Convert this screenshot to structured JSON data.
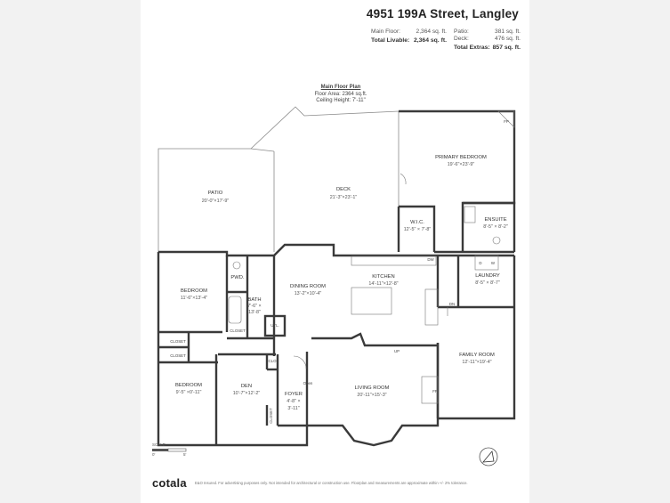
{
  "header": {
    "address": "4951 199A Street, Langley",
    "main_floor_label": "Main Floor:",
    "main_floor_value": "2,364 sq. ft.",
    "total_livable_label": "Total Livable:",
    "total_livable_value": "2,364 sq. ft.",
    "patio_label": "Patio:",
    "patio_value": "381 sq. ft.",
    "deck_label": "Deck:",
    "deck_value": "476 sq. ft.",
    "total_extras_label": "Total Extras:",
    "total_extras_value": "857 sq. ft."
  },
  "plan": {
    "title": "Main Floor Plan",
    "floor_area": "Floor Area: 2364 sq.ft.",
    "ceiling_height": "Ceiling Height: 7'-11\""
  },
  "rooms": {
    "patio": {
      "name": "PATIO",
      "dim": "20'-0\"×17'-9\""
    },
    "deck": {
      "name": "DECK",
      "dim": "21'-3\"×23'-1\""
    },
    "primary_bedroom": {
      "name": "PRIMARY BEDROOM",
      "dim": "19'-6\"×23'-9\""
    },
    "wic": {
      "name": "W.I.C.",
      "dim": "12'-5\" × 7'-8\""
    },
    "ensuite": {
      "name": "ENSUITE",
      "dim": "8'-5\" × 8'-2\""
    },
    "bedroom1": {
      "name": "BEDROOM",
      "dim": "11'-6\"×13'-4\""
    },
    "pwd": {
      "name": "PWD."
    },
    "bath": {
      "name": "BATH",
      "dim1": "7'-6\" ×",
      "dim2": "13'-8\""
    },
    "dining": {
      "name": "DINING ROOM",
      "dim": "13'-2\"×10'-4\""
    },
    "kitchen": {
      "name": "KITCHEN",
      "dim": "14'-11\"×12'-8\""
    },
    "laundry": {
      "name": "LAUNDRY",
      "dim": "8'-5\" × 8'-7\""
    },
    "family": {
      "name": "FAMILY ROOM",
      "dim": "12'-11\"×19'-4\""
    },
    "bedroom2": {
      "name": "BEDROOM",
      "dim": "9'-5\" ×0'-11\""
    },
    "den": {
      "name": "DEN",
      "dim": "10'-7\"×12'-2\""
    },
    "foyer": {
      "name": "FOYER",
      "dim1": "4'-8\" ×",
      "dim2": "3'-11\""
    },
    "living": {
      "name": "LIVING ROOM",
      "dim": "20'-11\"×15'-3\""
    }
  },
  "labels": {
    "closet1": "CLOSET",
    "closet2": "CLOSET",
    "closet_bath": "CLOSET",
    "closet_foyer": "CLOSET",
    "utl": "UTL.",
    "clo": "CLO",
    "fp_primary": "FP",
    "fp_living": "FP",
    "dw": "DW",
    "d": "D",
    "w": "W",
    "up": "UP",
    "dn": "DN",
    "open": "Open"
  },
  "scale": {
    "label": "SCALE",
    "zero": "0'",
    "five": "5'"
  },
  "footer": {
    "brand": "cotala",
    "disclaimer": "E&O Insured. For advertising purposes only. Not intended for architectural or construction use. Floorplan and measurements are approximate within +/- 2% tolerance."
  },
  "colors": {
    "wall": "#3a3a3a",
    "thin": "#888888",
    "sheet": "#ffffff",
    "background": "#f2f2f2"
  }
}
